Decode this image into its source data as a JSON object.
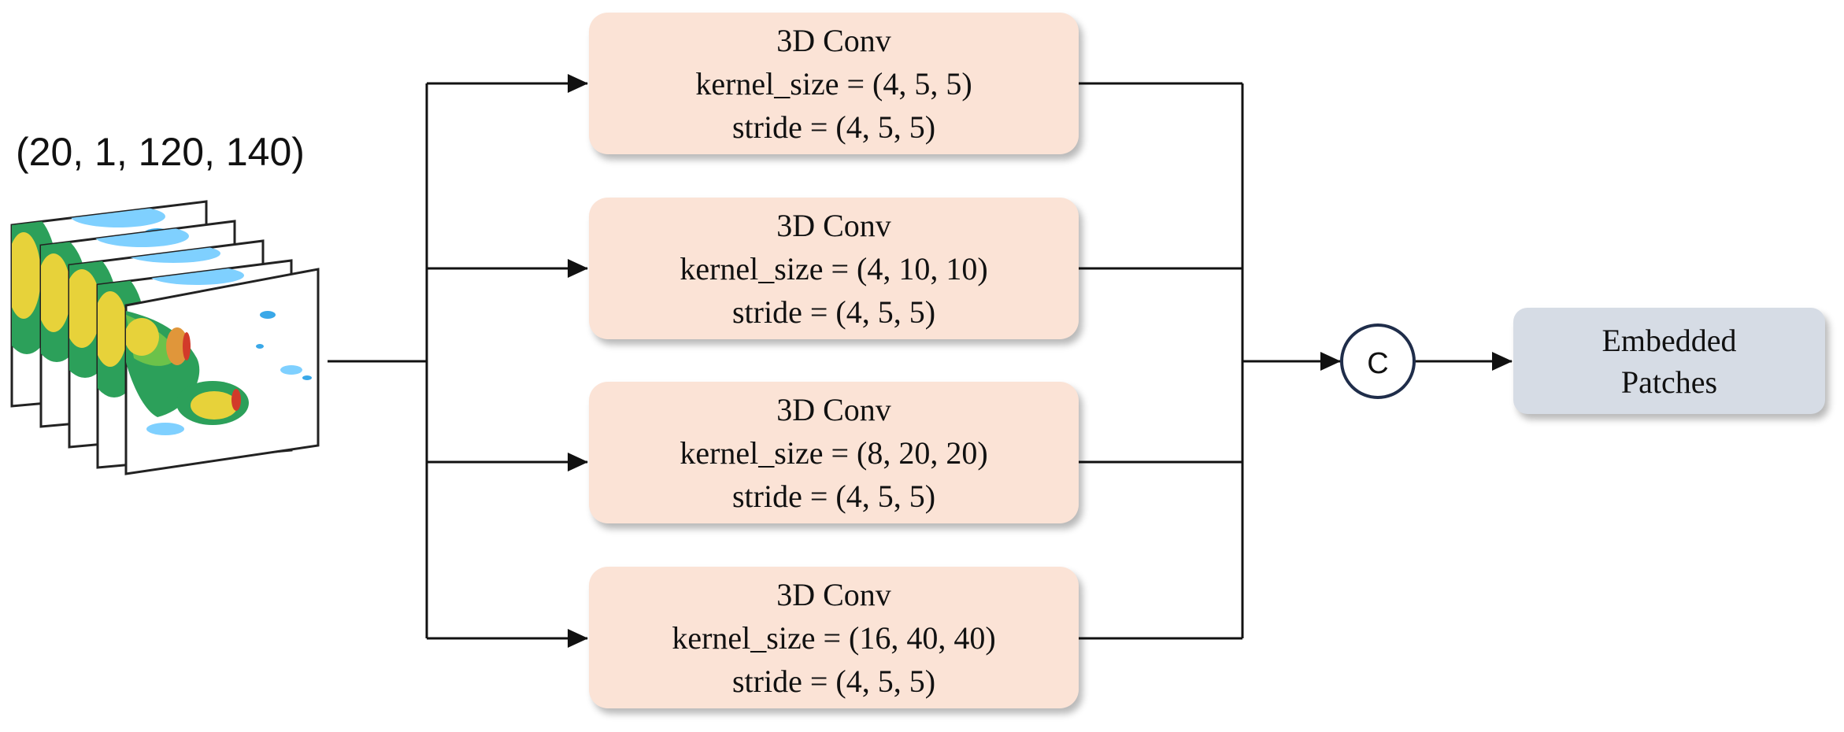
{
  "input": {
    "shape_label": "(20, 1, 120, 140)"
  },
  "branches": [
    {
      "title": "3D Conv",
      "kernel": "kernel_size = (4, 5, 5)",
      "stride": "stride = (4, 5, 5)"
    },
    {
      "title": "3D Conv",
      "kernel": "kernel_size = (4, 10, 10)",
      "stride": "stride = (4, 5, 5)"
    },
    {
      "title": "3D Conv",
      "kernel": "kernel_size = (8, 20, 20)",
      "stride": "stride = (4, 5, 5)"
    },
    {
      "title": "3D Conv",
      "kernel": "kernel_size = (16, 40, 40)",
      "stride": "stride = (4, 5, 5)"
    }
  ],
  "concat": {
    "symbol": "C"
  },
  "output": {
    "line1": "Embedded",
    "line2": "Patches"
  },
  "colors": {
    "conv_fill": "#fbe3d6",
    "output_fill": "#d6dce5",
    "line": "#111111",
    "concat_stroke": "#1f2d4a"
  }
}
